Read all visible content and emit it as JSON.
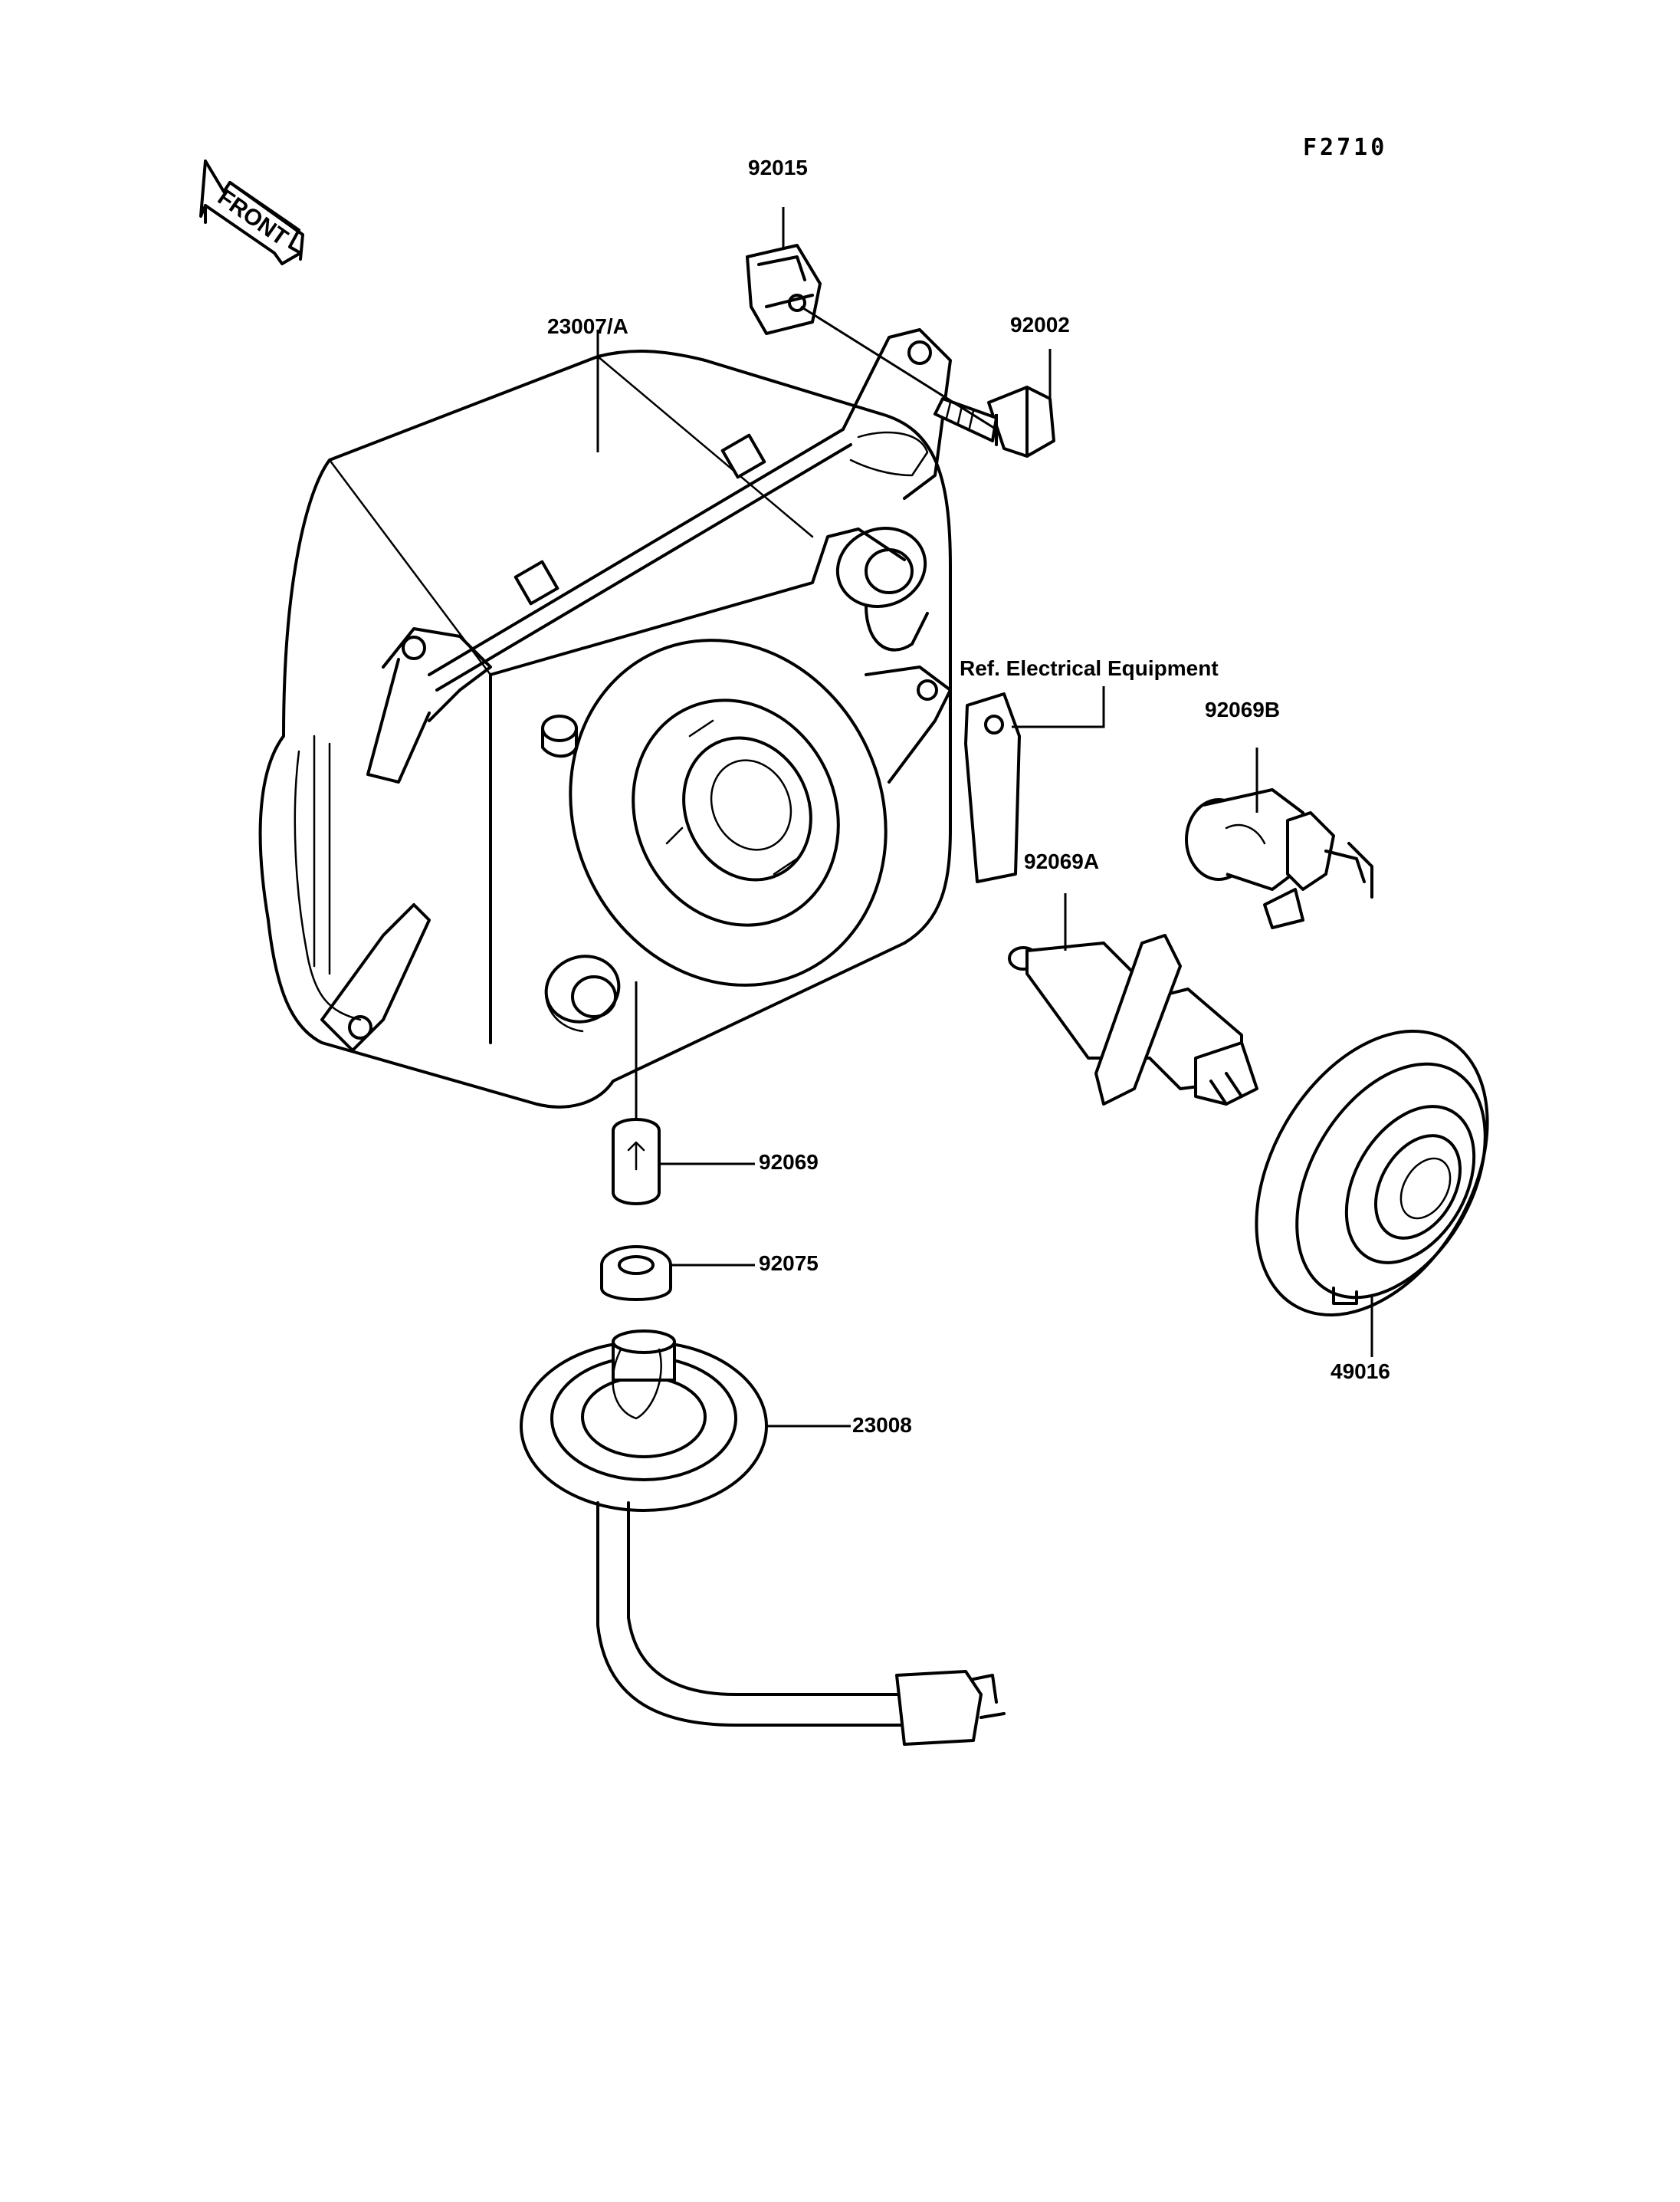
{
  "figure_code": "F2710",
  "front_label": "FRONT",
  "parts": [
    {
      "id": "part-23007a",
      "number": "23007/A"
    },
    {
      "id": "part-92015",
      "number": "92015"
    },
    {
      "id": "part-92002",
      "number": "92002"
    },
    {
      "id": "part-92069b",
      "number": "92069B"
    },
    {
      "id": "part-92069a",
      "number": "92069A"
    },
    {
      "id": "part-92069",
      "number": "92069"
    },
    {
      "id": "part-92075",
      "number": "92075"
    },
    {
      "id": "part-23008",
      "number": "23008"
    },
    {
      "id": "part-49016",
      "number": "49016"
    }
  ],
  "reference_note": "Ref. Electrical Equipment"
}
